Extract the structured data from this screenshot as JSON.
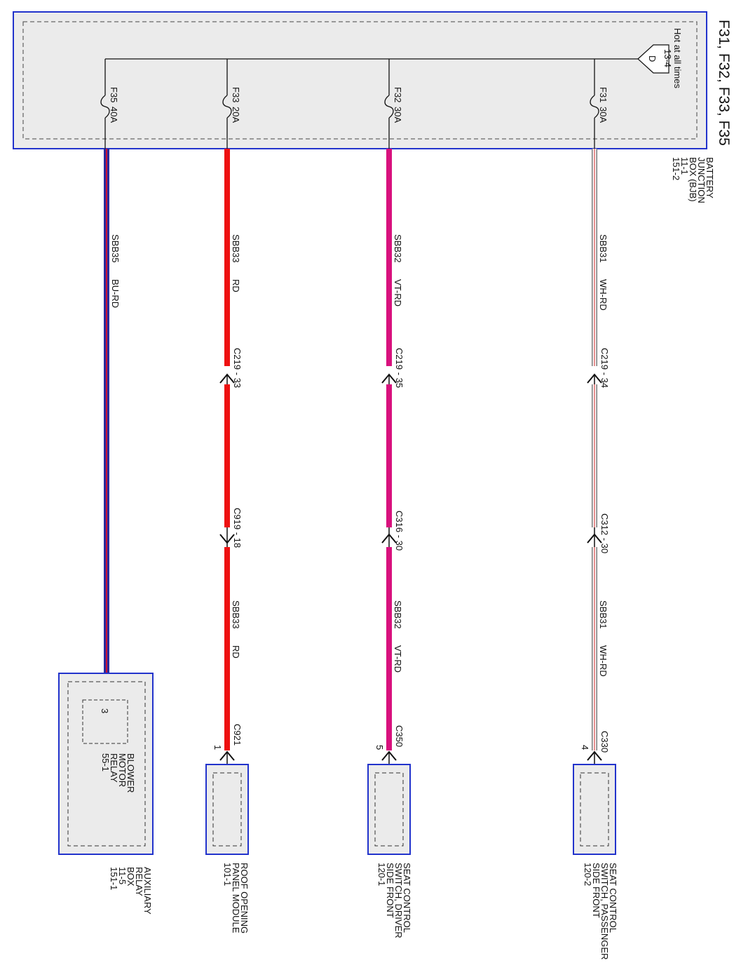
{
  "title": "F31, F32, F33, F35",
  "bjb": {
    "power_label": "Hot at all times",
    "power_ref": "13-4",
    "flag_letter": "D",
    "name_lines": [
      "BATTERY",
      "JUNCTION",
      "BOX (BJB)",
      "11-1",
      "151-2"
    ]
  },
  "colors": {
    "box_outline": "#2233cc",
    "box_fill": "#ebebeb",
    "wire_red": "#ee1111",
    "wire_violet": "#d8117d",
    "wire_blue": "#2a2a9a",
    "wire_white_edge": "#777777"
  },
  "circuits": [
    {
      "id": "f35",
      "fuse": "F35",
      "rating": "40A",
      "wire_color_key": "blue-red",
      "segments": [
        {
          "circuit": "SBB35",
          "color": "BU-RD"
        }
      ],
      "connectors": [],
      "end_pin": "3",
      "end_connector": "",
      "end_component_inner_lines": [
        "BLOWER",
        "MOTOR",
        "RELAY",
        "55-1"
      ],
      "end_component_lines": [
        "AUXILIARY",
        "RELAY",
        "BOX",
        "11-5",
        "151-1"
      ]
    },
    {
      "id": "f33",
      "fuse": "F33",
      "rating": "20A",
      "wire_color_key": "red",
      "segments": [
        {
          "circuit": "SBB33",
          "color": "RD"
        },
        {
          "circuit": "SBB33",
          "color": "RD"
        }
      ],
      "connectors": [
        {
          "label": "C219 - 33",
          "type": "female"
        },
        {
          "label": "C919 - 18",
          "type": "male"
        }
      ],
      "end_pin": "1",
      "end_connector": "C921",
      "end_component_lines": [
        "ROOF OPENING",
        "PANEL MODULE",
        "101-1"
      ]
    },
    {
      "id": "f32",
      "fuse": "F32",
      "rating": "30A",
      "wire_color_key": "violet-red",
      "segments": [
        {
          "circuit": "SBB32",
          "color": "VT-RD"
        },
        {
          "circuit": "SBB32",
          "color": "VT-RD"
        }
      ],
      "connectors": [
        {
          "label": "C219 - 35",
          "type": "female"
        },
        {
          "label": "C316 - 30",
          "type": "female"
        }
      ],
      "end_pin": "5",
      "end_connector": "C350",
      "end_component_lines": [
        "SEAT CONTROL",
        "SWITCH, DRIVER",
        "SIDE FRONT",
        "120-1"
      ]
    },
    {
      "id": "f31",
      "fuse": "F31",
      "rating": "30A",
      "wire_color_key": "white-red",
      "segments": [
        {
          "circuit": "SBB31",
          "color": "WH-RD"
        },
        {
          "circuit": "SBB31",
          "color": "WH-RD"
        }
      ],
      "connectors": [
        {
          "label": "C219 - 34",
          "type": "female"
        },
        {
          "label": "C312 - 30",
          "type": "female"
        }
      ],
      "end_pin": "4",
      "end_connector": "C330",
      "end_component_lines": [
        "SEAT CONTROL",
        "SWITCH, PASSENGER",
        "SIDE FRONT",
        "120-2"
      ]
    }
  ]
}
